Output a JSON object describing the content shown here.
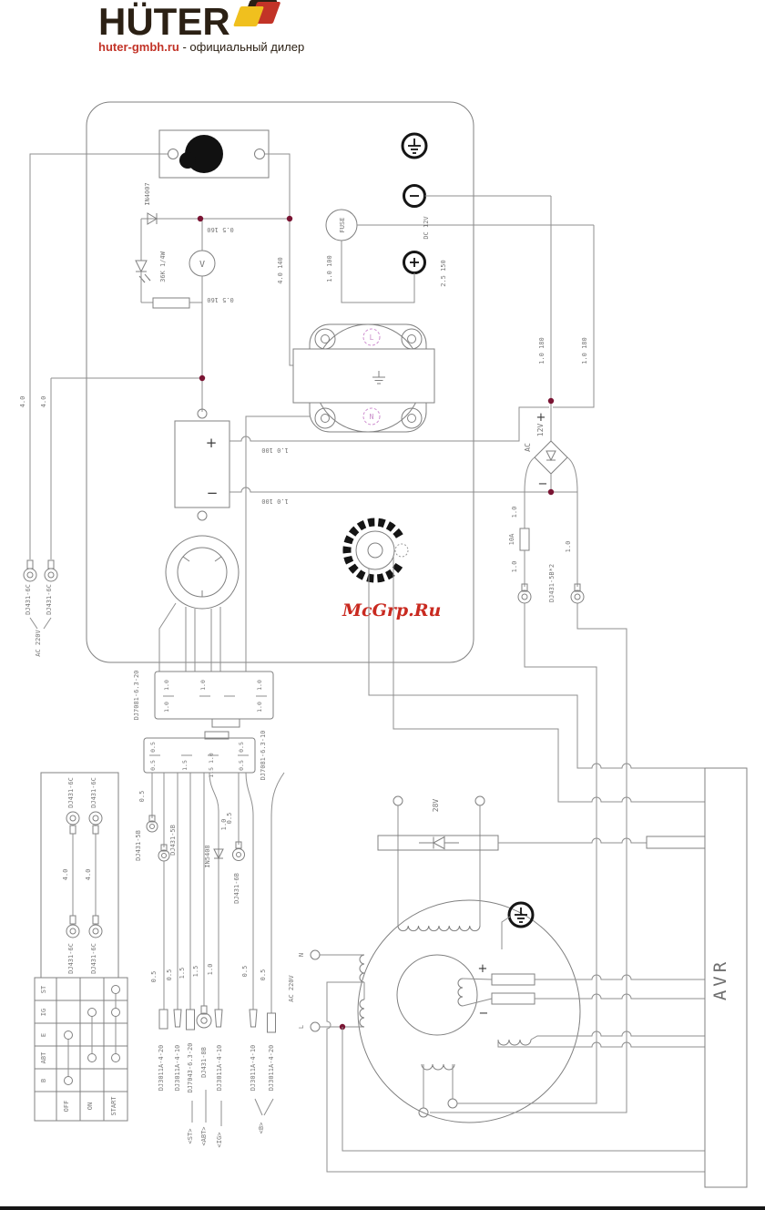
{
  "header": {
    "brand": "HÜTER",
    "site": "huter-gmbh.ru",
    "separator": "-",
    "tagline": "официальный дилер"
  },
  "watermark": {
    "text": "McGrp.Ru"
  },
  "panel": {
    "diode": "IN4007",
    "resistor": "36K 1/4W",
    "voltmeter": "V",
    "wire_05_160": "0.5 160",
    "wire_40_140": "4.0 140",
    "wire_10_100": "1.0 100",
    "wire_25_150": "2.5 150",
    "wire_10_180": "1.0 180",
    "fuse": "FUSE",
    "dc12v": "DC 12V",
    "battery_plus": "+",
    "battery_minus": "−",
    "socket_l": "L",
    "socket_n": "N",
    "wire_40": "4.0",
    "terminal_dj431_6c": "DJ431-6C",
    "ac_220v": "AC 220V"
  },
  "bridge": {
    "ac": "AC",
    "v12": "12V",
    "plus": "+",
    "minus": "−",
    "wire_10": "1.0",
    "fuse_10a": "10A",
    "terminal": "DJ431-5B*2"
  },
  "connectors": {
    "upper": {
      "label": "DJ7081-6.3-20",
      "pins_top": [
        "1.0",
        "1.0",
        "1.0"
      ],
      "pins_bottom": [
        "1.0",
        "1.0"
      ]
    },
    "lower": {
      "label": "DJ7081-6.3-10",
      "pins_top": [
        "0.5",
        "0.5"
      ],
      "pins_bottom": [
        "0.5",
        "1.5",
        "1.5 1.0",
        "0.5"
      ]
    }
  },
  "midwires": {
    "w05_a": "0.5",
    "ring_5b": "DJ431-5B",
    "w10": "1.0",
    "diode": "IN5408",
    "w05_b": "0.5",
    "ring_6b": "DJ431-6B"
  },
  "bottom": {
    "sizes": [
      "0.5",
      "0.5",
      "1.5",
      "1.5",
      "1.0",
      "0.5",
      "0.5"
    ],
    "connectors": [
      "DJ3011A-4-20",
      "DJ3011A-4-10",
      "DJ7043-6.3-20",
      "DJ431-8B",
      "DJ3011A-4-10",
      "DJ3011A-4-10",
      "DJ3011A-4-20"
    ],
    "tags": [
      "<ST>",
      "<ABT>",
      "<IG>",
      "<B>"
    ]
  },
  "generator": {
    "v28": "28V",
    "ac220": "AC 220V",
    "n": "N",
    "l": "L",
    "plus": "+",
    "minus": "−",
    "avr": "AVR"
  },
  "harness": {
    "terminal": "DJ431-6C",
    "size": "4.0"
  },
  "table": {
    "pins": [
      "ST",
      "IG",
      "E",
      "ABT",
      "B"
    ],
    "positions": [
      "OFF",
      "ON",
      "START"
    ]
  }
}
